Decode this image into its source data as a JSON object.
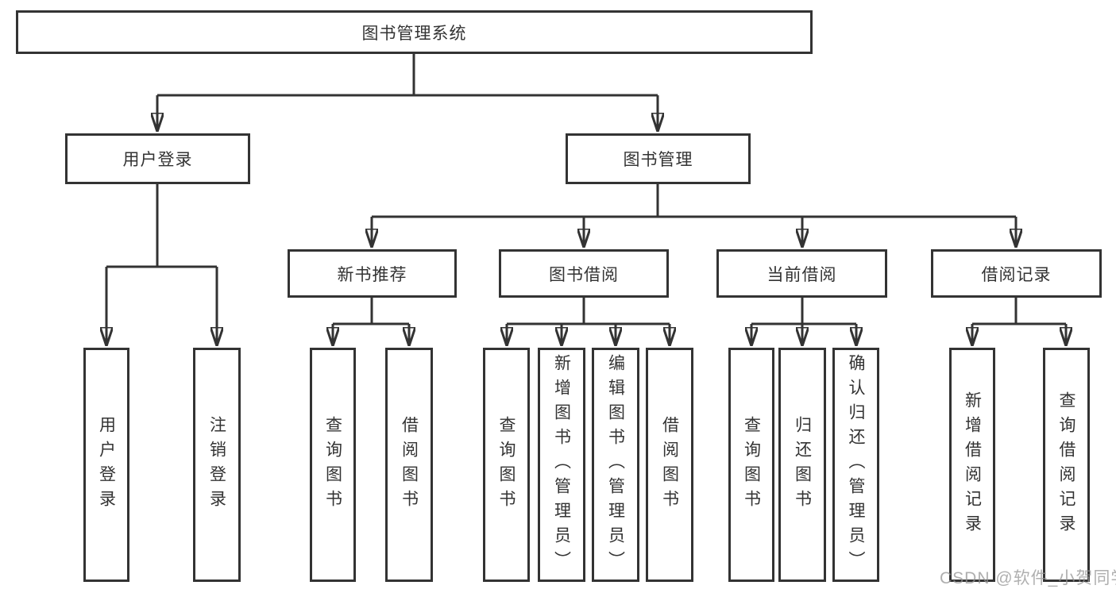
{
  "root": {
    "label": "图书管理系统"
  },
  "branches": [
    {
      "id": "user-login",
      "label": "用户登录",
      "children": [
        "用户登录",
        "注销登录"
      ]
    },
    {
      "id": "book-management",
      "label": "图书管理"
    }
  ],
  "modules": [
    {
      "id": "new-book-recommend",
      "label": "新书推荐",
      "children": [
        "查询图书",
        "借阅图书"
      ]
    },
    {
      "id": "book-borrow",
      "label": "图书借阅",
      "children": [
        "查询图书",
        "新增图书（管理员）",
        "编辑图书（管理员）",
        "借阅图书"
      ]
    },
    {
      "id": "current-borrow",
      "label": "当前借阅",
      "children": [
        "查询图书",
        "归还图书",
        "确认归还（管理员）"
      ]
    },
    {
      "id": "borrow-record",
      "label": "借阅记录",
      "children": [
        "新增借阅记录",
        "查询借阅记录"
      ]
    }
  ],
  "watermark": "CSDN @软件_小贺同学",
  "colors": {
    "line": "#333333",
    "box_background": "#ffffff",
    "text": "#333333",
    "watermark": "#949494"
  }
}
